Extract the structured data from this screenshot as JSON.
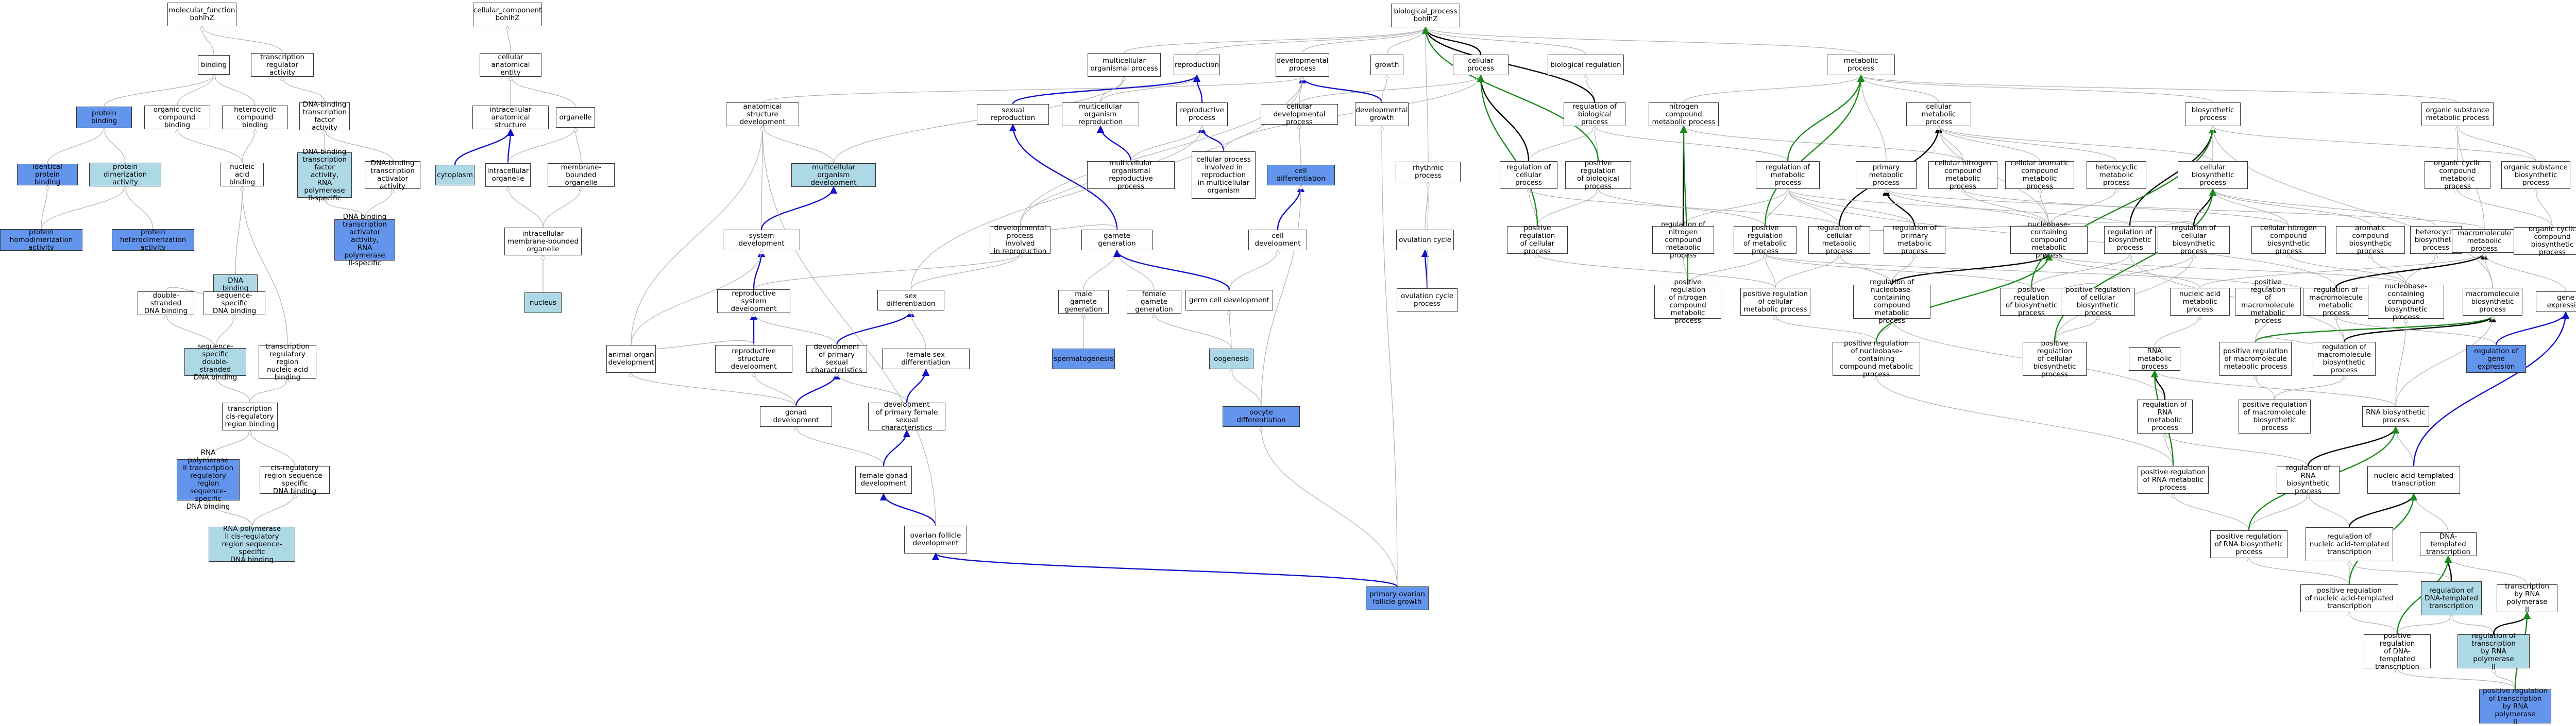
{
  "colors": {
    "light": "#add8e6",
    "blue": "#6495ed",
    "grey_edge": "#b0b0b0",
    "black_edge": "#000000",
    "blue_edge": "#1010cc",
    "green_edge": "#1a8a1a"
  },
  "nodes": [
    {
      "id": "mf",
      "label": "molecular_function\nbohlhZ"
    },
    {
      "id": "cc",
      "label": "cellular_component\nbohlhZ"
    },
    {
      "id": "bp",
      "label": "biological_process\nbohlhZ"
    },
    {
      "id": "binding",
      "label": "binding"
    },
    {
      "id": "trac",
      "label": "transcription\nregulator activity"
    },
    {
      "id": "protbind",
      "label": "protein binding",
      "style": "blue"
    },
    {
      "id": "ocbind",
      "label": "organic cyclic\ncompound binding"
    },
    {
      "id": "hetbind",
      "label": "heterocyclic\ncompound binding"
    },
    {
      "id": "dbtfa",
      "label": "DNA-binding\ntranscription\nfactor activity"
    },
    {
      "id": "identprot",
      "label": "identical protein\nbinding",
      "style": "blue"
    },
    {
      "id": "protdimer",
      "label": "protein dimerization\nactivity",
      "style": "light"
    },
    {
      "id": "nabind",
      "label": "nucleic acid\nbinding"
    },
    {
      "id": "dbtfa2",
      "label": "DNA-binding\ntranscription\nfactor activity,\nRNA polymerase\nII-specific",
      "style": "light"
    },
    {
      "id": "dbtaa",
      "label": "DNA-binding\ntranscription\nactivator activity"
    },
    {
      "id": "homodimer",
      "label": "protein homodimerization\nactivity",
      "style": "blue"
    },
    {
      "id": "heterodimer",
      "label": "protein heterodimerization\nactivity",
      "style": "blue"
    },
    {
      "id": "dbtaa2",
      "label": "DNA-binding\ntranscription\nactivator activity,\nRNA polymerase\nII-specific",
      "style": "blue"
    },
    {
      "id": "dnabind",
      "label": "DNA binding",
      "style": "light"
    },
    {
      "id": "dsdna",
      "label": "double-stranded\nDNA binding"
    },
    {
      "id": "ssdna",
      "label": "sequence-specific\nDNA binding"
    },
    {
      "id": "ssdsdna",
      "label": "sequence-specific\ndouble-stranded\nDNA binding",
      "style": "light"
    },
    {
      "id": "trrna",
      "label": "transcription\nregulatory region\nnucleic acid\nbinding"
    },
    {
      "id": "tcrrb",
      "label": "transcription\ncis-regulatory\nregion binding"
    },
    {
      "id": "rnapii1",
      "label": "RNA polymerase\nII transcription\nregulatory region\nsequence-specific\nDNA binding",
      "style": "blue"
    },
    {
      "id": "cisreg",
      "label": "cis-regulatory\nregion sequence-specific\nDNA binding"
    },
    {
      "id": "rnapii2",
      "label": "RNA polymerase\nII cis-regulatory\nregion sequence-specific\nDNA binding",
      "style": "light"
    },
    {
      "id": "cae",
      "label": "cellular anatomical\nentity"
    },
    {
      "id": "ias",
      "label": "intracellular\nanatomical structure"
    },
    {
      "id": "organelle",
      "label": "organelle"
    },
    {
      "id": "cytoplasm",
      "label": "cytoplasm",
      "style": "light"
    },
    {
      "id": "iorg",
      "label": "intracellular\norganelle"
    },
    {
      "id": "mbo",
      "label": "membrane-bounded\norganelle"
    },
    {
      "id": "imbo",
      "label": "intracellular\nmembrane-bounded\norganelle"
    },
    {
      "id": "nucleus",
      "label": "nucleus",
      "style": "light"
    },
    {
      "id": "mop",
      "label": "multicellular\norganismal process"
    },
    {
      "id": "repro",
      "label": "reproduction"
    },
    {
      "id": "devproc",
      "label": "developmental\nprocess"
    },
    {
      "id": "growth",
      "label": "growth"
    },
    {
      "id": "cellproc",
      "label": "cellular process"
    },
    {
      "id": "bioreg",
      "label": "biological regulation"
    },
    {
      "id": "metab",
      "label": "metabolic process"
    },
    {
      "id": "asd",
      "label": "anatomical structure\ndevelopment"
    },
    {
      "id": "sexrep",
      "label": "sexual reproduction"
    },
    {
      "id": "mor",
      "label": "multicellular\norganism reproduction"
    },
    {
      "id": "reproproc",
      "label": "reproductive\nprocess"
    },
    {
      "id": "celldevproc",
      "label": "cellular developmental\nprocess"
    },
    {
      "id": "devgrowth",
      "label": "developmental\ngrowth"
    },
    {
      "id": "regbp",
      "label": "regulation of\nbiological process"
    },
    {
      "id": "ncmp",
      "label": "nitrogen compound\nmetabolic process"
    },
    {
      "id": "cmp",
      "label": "cellular metabolic\nprocess"
    },
    {
      "id": "biosyn",
      "label": "biosynthetic\nprocess"
    },
    {
      "id": "osmp",
      "label": "organic substance\nmetabolic process"
    },
    {
      "id": "mod",
      "label": "multicellular\norganism development",
      "style": "light"
    },
    {
      "id": "morp",
      "label": "multicellular\norganismal reproductive\nprocess"
    },
    {
      "id": "cpir",
      "label": "cellular process\ninvolved in\nreproduction\nin multicellular\norganism"
    },
    {
      "id": "celldiff",
      "label": "cell differentiation",
      "style": "blue"
    },
    {
      "id": "rhythm",
      "label": "rhythmic process"
    },
    {
      "id": "regcp",
      "label": "regulation of\ncellular process"
    },
    {
      "id": "posregbp",
      "label": "positive regulation\nof biological\nprocess"
    },
    {
      "id": "regmp",
      "label": "regulation of\nmetabolic process"
    },
    {
      "id": "pmp",
      "label": "primary metabolic\nprocess"
    },
    {
      "id": "cnmp",
      "label": "cellular nitrogen\ncompound metabolic\nprocess"
    },
    {
      "id": "cacmp",
      "label": "cellular aromatic\ncompound metabolic\nprocess"
    },
    {
      "id": "hcmp",
      "label": "heterocyclic\nmetabolic process"
    },
    {
      "id": "cbp",
      "label": "cellular biosynthetic\nprocess"
    },
    {
      "id": "occmp",
      "label": "organic cyclic\ncompound metabolic\nprocess"
    },
    {
      "id": "osbp",
      "label": "organic substance\nbiosynthetic\nprocess"
    },
    {
      "id": "sysdev",
      "label": "system development"
    },
    {
      "id": "dpir",
      "label": "developmental\nprocess involved\nin reproduction"
    },
    {
      "id": "gamgen",
      "label": "gamete generation"
    },
    {
      "id": "celldev",
      "label": "cell development"
    },
    {
      "id": "ovcyc",
      "label": "ovulation cycle"
    },
    {
      "id": "posregcp",
      "label": "positive regulation\nof cellular\nprocess"
    },
    {
      "id": "regncmp",
      "label": "regulation of\nnitrogen compound\nmetabolic process"
    },
    {
      "id": "posregmp",
      "label": "positive regulation\nof metabolic\nprocess"
    },
    {
      "id": "regcmp",
      "label": "regulation of\ncellular metabolic\nprocess"
    },
    {
      "id": "regpmp",
      "label": "regulation of\nprimary metabolic\nprocess"
    },
    {
      "id": "nbcmp",
      "label": "nucleobase-containing\ncompound metabolic\nprocess"
    },
    {
      "id": "regbiosyn",
      "label": "regulation of\nbiosynthetic\nprocess"
    },
    {
      "id": "regcbp",
      "label": "regulation of\ncellular biosynthetic\nprocess"
    },
    {
      "id": "cnbp",
      "label": "cellular nitrogen\ncompound biosynthetic\nprocess"
    },
    {
      "id": "acbp",
      "label": "aromatic compound\nbiosynthetic\nprocess"
    },
    {
      "id": "hbp",
      "label": "heterocycle\nbiosynthetic\nprocess"
    },
    {
      "id": "mmp",
      "label": "macromolecule\nmetabolic process"
    },
    {
      "id": "occbp",
      "label": "organic cyclic\ncompound biosynthetic\nprocess"
    },
    {
      "id": "rsd",
      "label": "reproductive\nsystem development"
    },
    {
      "id": "sexdiff",
      "label": "sex differentiation"
    },
    {
      "id": "mgg",
      "label": "male gamete\ngeneration"
    },
    {
      "id": "fgg",
      "label": "female gamete\ngeneration"
    },
    {
      "id": "gcd",
      "label": "germ cell development"
    },
    {
      "id": "ovcycproc",
      "label": "ovulation cycle\nprocess"
    },
    {
      "id": "posregncmp",
      "label": "positive regulation\nof nitrogen\ncompound metabolic\nprocess"
    },
    {
      "id": "posregcmp",
      "label": "positive regulation\nof cellular\nmetabolic process"
    },
    {
      "id": "regnbcmp",
      "label": "regulation of\nnucleobase-containing\ncompound metabolic\nprocess"
    },
    {
      "id": "posregbiosyn",
      "label": "positive regulation\nof biosynthetic\nprocess"
    },
    {
      "id": "posregcbp",
      "label": "positive regulation\nof cellular biosynthetic\nprocess"
    },
    {
      "id": "namp",
      "label": "nucleic acid\nmetabolic process"
    },
    {
      "id": "posregmmp",
      "label": "positive regulation\nof macromolecule\nmetabolic process"
    },
    {
      "id": "regmmp",
      "label": "regulation of\nmacromolecule\nmetabolic process"
    },
    {
      "id": "nbcbp",
      "label": "nucleobase-containing\ncompound biosynthetic\nprocess"
    },
    {
      "id": "mbp",
      "label": "macromolecule\nbiosynthetic\nprocess"
    },
    {
      "id": "geneexp",
      "label": "gene expression"
    },
    {
      "id": "aod",
      "label": "animal organ\ndevelopment"
    },
    {
      "id": "rsd2",
      "label": "reproductive\nstructure development"
    },
    {
      "id": "dpsc",
      "label": "development\nof primary sexual\ncharacteristics"
    },
    {
      "id": "fsd",
      "label": "female sex differentiation"
    },
    {
      "id": "spermato",
      "label": "spermatogenesis",
      "style": "blue"
    },
    {
      "id": "oogen",
      "label": "oogenesis",
      "style": "light"
    },
    {
      "id": "posregnbcmp",
      "label": "positive regulation\nof nucleobase-containing\ncompound metabolic\nprocess"
    },
    {
      "id": "posregcbp2",
      "label": "positive regulation\nof cellular\nbiosynthetic\nprocess"
    },
    {
      "id": "rnamp",
      "label": "RNA metabolic\nprocess"
    },
    {
      "id": "posregmmp2",
      "label": "positive regulation\nof macromolecule\nmetabolic process"
    },
    {
      "id": "regmbp",
      "label": "regulation of\nmacromolecule\nbiosynthetic\nprocess"
    },
    {
      "id": "reggeneexp",
      "label": "regulation of\ngene expression",
      "style": "blue"
    },
    {
      "id": "gonaddev",
      "label": "gonad development"
    },
    {
      "id": "dpfsc",
      "label": "development\nof primary female\nsexual characteristics"
    },
    {
      "id": "oocytediff",
      "label": "oocyte differentiation",
      "style": "blue"
    },
    {
      "id": "regrnamp",
      "label": "regulation of\nRNA metabolic\nprocess"
    },
    {
      "id": "posregmbp",
      "label": "positive regulation\nof macromolecule\nbiosynthetic\nprocess"
    },
    {
      "id": "rnabp",
      "label": "RNA biosynthetic\nprocess"
    },
    {
      "id": "fgd",
      "label": "female gonad\ndevelopment"
    },
    {
      "id": "posregrnamp",
      "label": "positive regulation\nof RNA metabolic\nprocess"
    },
    {
      "id": "regrnabp",
      "label": "regulation of\nRNA biosynthetic\nprocess"
    },
    {
      "id": "natt",
      "label": "nucleic acid-templated\ntranscription"
    },
    {
      "id": "ofd",
      "label": "ovarian follicle\ndevelopment"
    },
    {
      "id": "posregrnabp",
      "label": "positive regulation\nof RNA biosynthetic\nprocess"
    },
    {
      "id": "regnatt",
      "label": "regulation of\nnucleic acid-templated\ntranscription"
    },
    {
      "id": "dtt",
      "label": "DNA-templated\ntranscription"
    },
    {
      "id": "posregnatt",
      "label": "positive regulation\nof nucleic acid-templated\ntranscription"
    },
    {
      "id": "regdtt",
      "label": "regulation of\nDNA-templated\ntranscription",
      "style": "light"
    },
    {
      "id": "tbrnap2",
      "label": "transcription\nby RNA polymerase\nII"
    },
    {
      "id": "pofg",
      "label": "primary ovarian\nfollicle growth",
      "style": "blue"
    },
    {
      "id": "posregdtt",
      "label": "positive regulation\nof DNA-templated\ntranscription"
    },
    {
      "id": "regtbrnap2",
      "label": "regulation of\ntranscription\nby RNA polymerase\nII",
      "style": "light"
    },
    {
      "id": "posregtbrnap2",
      "label": "positive regulation\nof transcription\nby RNA polymerase\nII",
      "style": "blue"
    }
  ]
}
